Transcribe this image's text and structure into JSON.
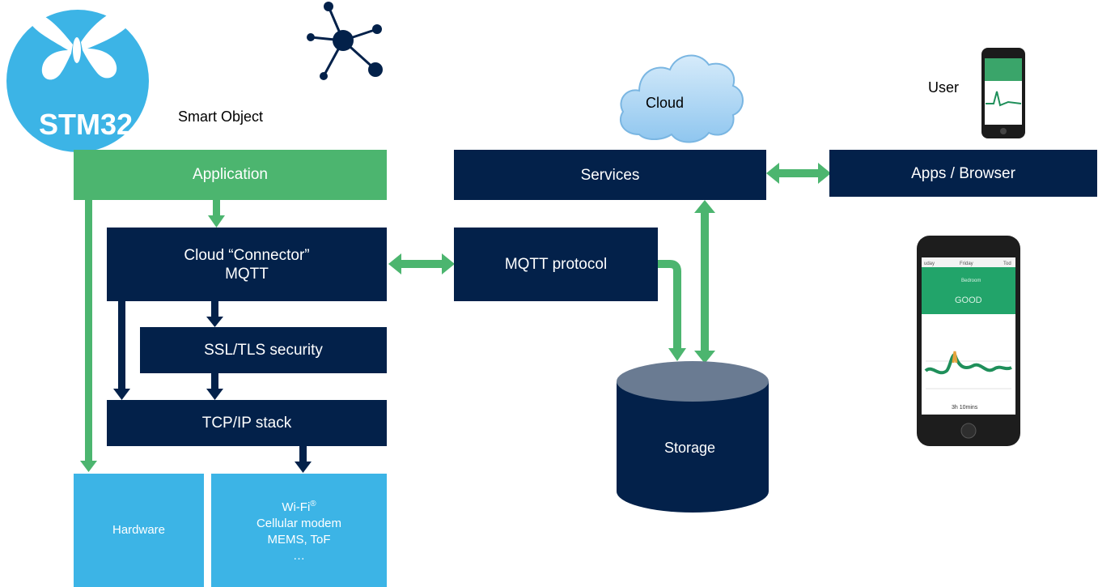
{
  "logo": {
    "brand": "STM32"
  },
  "labels": {
    "smart_object": "Smart Object",
    "cloud": "Cloud",
    "user": "User"
  },
  "boxes": {
    "application": "Application",
    "cloud_connector_line1": "Cloud “Connector”",
    "cloud_connector_line2": "MQTT",
    "ssl_tls": "SSL/TLS security",
    "tcp_ip": "TCP/IP stack",
    "hardware": "Hardware",
    "wifi": "Wi-Fi",
    "wifi_sup": "®",
    "cellular": "Cellular modem",
    "mems_tof": "MEMS, ToF",
    "ellipsis": "…",
    "mqtt_protocol": "MQTT protocol",
    "services": "Services",
    "apps_browser": "Apps / Browser",
    "storage": "Storage"
  },
  "phone_large": {
    "prev_day": "uday",
    "day": "Friday",
    "next_day": "Tod",
    "room": "Bedroom",
    "status": "GOOD",
    "duration": "3h 10mins"
  },
  "colors": {
    "navy": "#03214a",
    "green": "#4cb56f",
    "sky": "#3cb4e6",
    "storage_top": "#6a7b92"
  }
}
